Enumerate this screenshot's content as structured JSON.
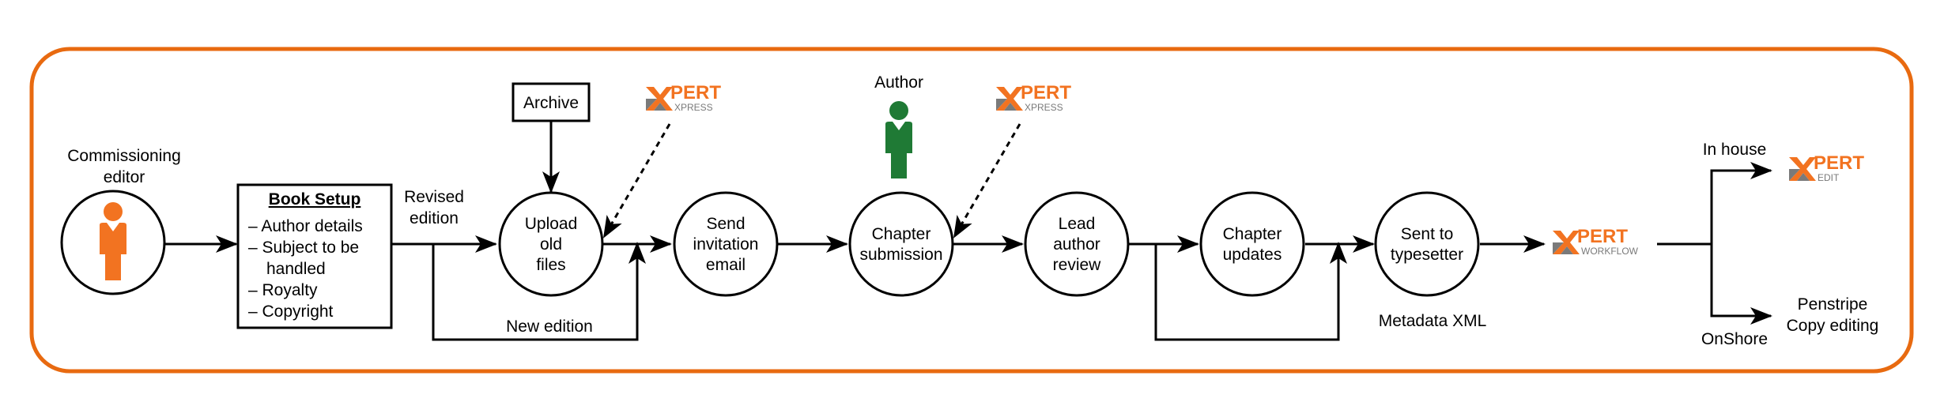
{
  "colors": {
    "frame": "#e86a10",
    "brand_orange": "#f27321",
    "brand_gray": "#7a7a7a",
    "author_green": "#1f7a35",
    "editor_orange": "#f27321"
  },
  "icons": {
    "editor": "person-icon",
    "author": "person-icon",
    "xpert": "xpert-logo-icon"
  },
  "actors": {
    "commissioning_editor": [
      "Commissioning",
      "editor"
    ],
    "author": "Author"
  },
  "book_setup": {
    "title": "Book Setup",
    "items": [
      "– Author details",
      "– Subject to be",
      "handled",
      "– Royalty",
      "– Copyright"
    ]
  },
  "archive": "Archive",
  "labels": {
    "revised_edition": [
      "Revised",
      "edition"
    ],
    "new_edition": "New edition",
    "metadata_xml": "Metadata XML",
    "in_house": "In house",
    "onshore": "OnShore",
    "penstripe": [
      "Penstripe",
      "Copy editing"
    ]
  },
  "steps": [
    {
      "id": "upload",
      "lines": [
        "Upload",
        "old",
        "files"
      ]
    },
    {
      "id": "send",
      "lines": [
        "Send",
        "invitation",
        "email"
      ]
    },
    {
      "id": "chapter-submission",
      "lines": [
        "Chapter",
        "submission"
      ]
    },
    {
      "id": "lead-review",
      "lines": [
        "Lead",
        "author",
        "review"
      ]
    },
    {
      "id": "chapter-updates",
      "lines": [
        "Chapter",
        "updates"
      ]
    },
    {
      "id": "typesetter",
      "lines": [
        "Sent to",
        "typesetter"
      ]
    }
  ],
  "logos": {
    "xpress_1": {
      "brand": "PERT",
      "sub": "XPRESS"
    },
    "xpress_2": {
      "brand": "PERT",
      "sub": "XPRESS"
    },
    "workflow": {
      "brand": "PERT",
      "sub": "WORKFLOW"
    },
    "edit": {
      "brand": "PERT",
      "sub": "EDIT"
    }
  }
}
